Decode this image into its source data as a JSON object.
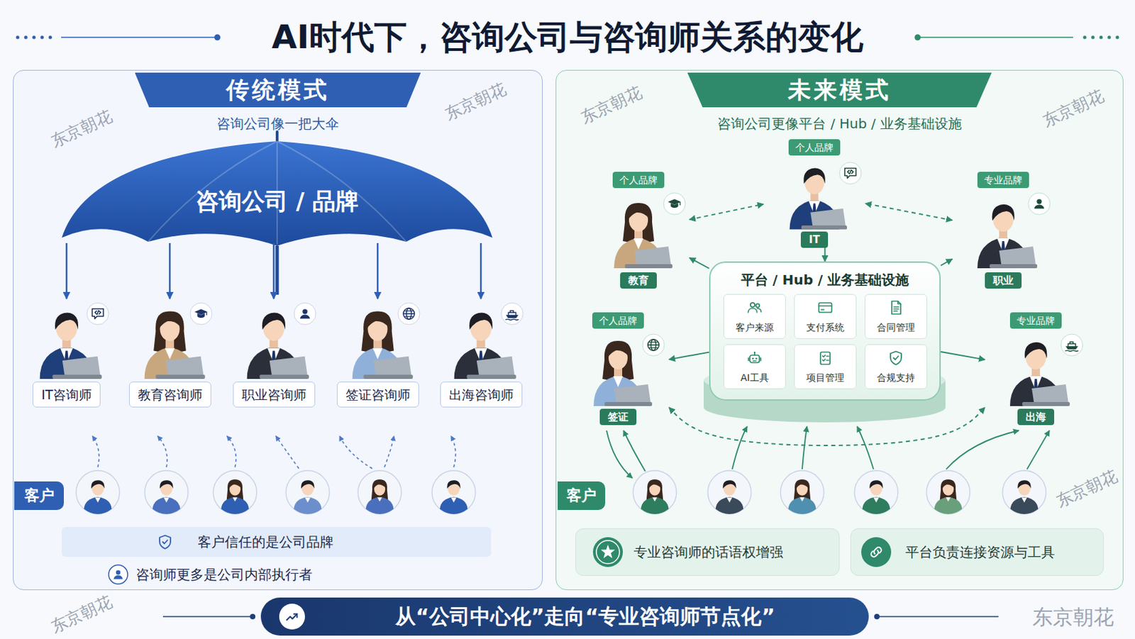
{
  "diagram": {
    "title": "AI时代下，咨询公司与咨询师关系的变化",
    "nodes": [
      {
        "text": [
          "传统模式",
          "咨询公司像一把大伞"
        ]
      },
      {
        "text": [
          "咨询公司 / 品牌"
        ],
        "in": 0
      },
      {
        "text": [
          "IT咨询师"
        ],
        "in": 0
      },
      {
        "text": [
          "教育咨询师"
        ],
        "in": 0
      },
      {
        "text": [
          "职业咨询师"
        ],
        "in": 0
      },
      {
        "text": [
          "签证咨询师"
        ],
        "in": 0
      },
      {
        "text": [
          "出海咨询师"
        ],
        "in": 0
      },
      {
        "text": [
          "客户"
        ],
        "in": 0
      },
      {
        "text": [
          "客户信任的是公司品牌"
        ],
        "in": 0
      },
      {
        "text": [
          "未来模式",
          "咨询公司更像平台 / Hub / 业务基础设施"
        ]
      },
      {
        "text": [
          "个人品牌",
          "IT"
        ],
        "in": 9
      },
      {
        "text": [
          "个人品牌",
          "教育"
        ],
        "in": 9
      },
      {
        "text": [
          "专业品牌",
          "职业"
        ],
        "in": 9
      },
      {
        "text": [
          "平台 / Hub / 业务基础设施"
        ],
        "in": 9
      },
      {
        "text": [
          "客户来源"
        ],
        "in": 13
      },
      {
        "text": [
          "支付系统"
        ],
        "in": 13
      },
      {
        "text": [
          "合同管理"
        ],
        "in": 13
      },
      {
        "text": [
          "AI工具"
        ],
        "in": 13
      },
      {
        "text": [
          "项目管理"
        ],
        "in": 13
      },
      {
        "text": [
          "合规支持"
        ],
        "in": 13
      },
      {
        "text": [
          "个人品牌",
          "签证"
        ],
        "in": 9
      },
      {
        "text": [
          "专业品牌",
          "出海"
        ],
        "in": 9
      },
      {
        "text": [
          "客户"
        ],
        "in": 9
      },
      {
        "text": [
          "专业咨询师的话语权增强"
        ],
        "in": 9
      },
      {
        "text": [
          "平台负责连接资源与工具"
        ],
        "in": 9
      },
      {
        "text": [
          "从“公司中心化”走向“专业咨询师节点化”"
        ]
      }
    ],
    "edges": [
      {
        "from": 1,
        "to": 2,
        "arrow": "to"
      },
      {
        "from": 1,
        "to": 3,
        "arrow": "to"
      },
      {
        "from": 1,
        "to": 4,
        "arrow": "to"
      },
      {
        "from": 1,
        "to": 5,
        "arrow": "to"
      },
      {
        "from": 1,
        "to": 6,
        "arrow": "to"
      },
      {
        "from": 10,
        "to": 13,
        "arrow": "to"
      },
      {
        "from": 13,
        "to": 11,
        "arrow": "to"
      },
      {
        "from": 13,
        "to": 12,
        "arrow": "to"
      },
      {
        "from": 13,
        "to": 20,
        "arrow": "to"
      },
      {
        "from": 13,
        "to": 21,
        "arrow": "to"
      },
      {
        "from": 11,
        "to": 10,
        "arrow": "both"
      },
      {
        "from": 12,
        "to": 10,
        "arrow": "both"
      },
      {
        "from": 20,
        "to": 21,
        "arrow": "both"
      }
    ],
    "labels": [
      "咨询师更多是公司内部执行者",
      "东京朝花",
      "东京朝花",
      "东京朝花",
      "东京朝花",
      "东京朝花",
      "东京朝花",
      "东京朝花"
    ]
  }
}
